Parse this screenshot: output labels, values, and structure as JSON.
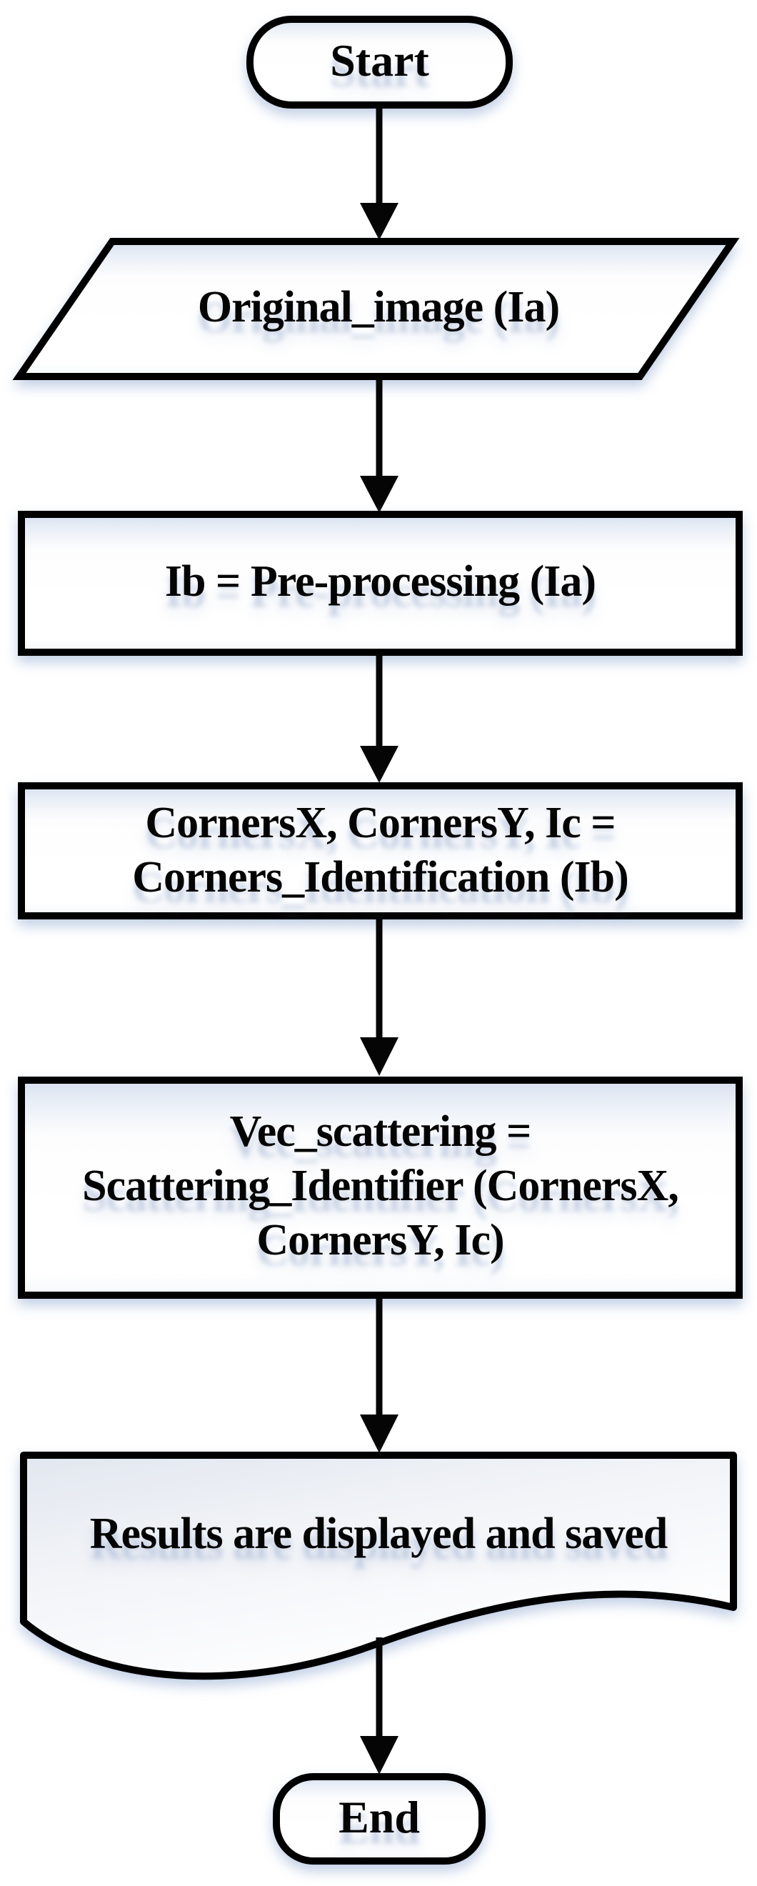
{
  "diagram": {
    "background_color": "#ffffff",
    "outline_color": "#000000",
    "glow_color": "#b8c9e2",
    "nodes": [
      {
        "id": "start",
        "type": "terminator",
        "label": "Start"
      },
      {
        "id": "input",
        "type": "input-output",
        "label": "Original_image (Ia)"
      },
      {
        "id": "preprocess",
        "type": "process",
        "label": "Ib = Pre-processing (Ia)"
      },
      {
        "id": "corners",
        "type": "process",
        "label": "CornersX, CornersY, Ic =\nCorners_Identification (Ib)"
      },
      {
        "id": "scattering",
        "type": "process",
        "label": "Vec_scattering =\nScattering_Identifier (CornersX,\nCornersY, Ic)"
      },
      {
        "id": "results",
        "type": "document",
        "label": "Results are displayed and saved"
      },
      {
        "id": "end",
        "type": "terminator",
        "label": "End"
      }
    ],
    "edges": [
      {
        "from": "start",
        "to": "input"
      },
      {
        "from": "input",
        "to": "preprocess"
      },
      {
        "from": "preprocess",
        "to": "corners"
      },
      {
        "from": "corners",
        "to": "scattering"
      },
      {
        "from": "scattering",
        "to": "results"
      },
      {
        "from": "results",
        "to": "end"
      }
    ]
  }
}
